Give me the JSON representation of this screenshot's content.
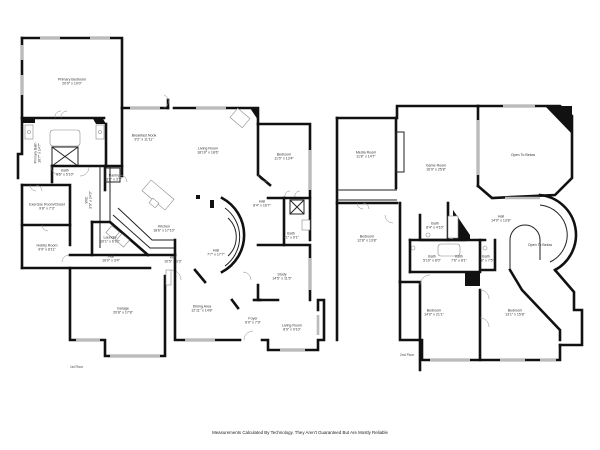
{
  "floors": [
    {
      "name": "1st Floor",
      "rooms": [
        {
          "name": "Primary Bedroom",
          "dims": "20'0\" x 19'0\""
        },
        {
          "name": "Primary Bath",
          "dims": "10'7\" x 14'7\""
        },
        {
          "name": "Bath",
          "dims": "5'5\" x 5'10\""
        },
        {
          "name": "WIC",
          "dims": "3'9\" x 24'3\""
        },
        {
          "name": "Pantry",
          "dims": "3'8\" x 3'1\""
        },
        {
          "name": "Exercise Room/Closet",
          "dims": "9'8\" x 7'3\""
        },
        {
          "name": "Hobby Room",
          "dims": "9'9\" x 8'11\""
        },
        {
          "name": "Laundry",
          "dims": "10'1\" x 6'10\""
        },
        {
          "name": "Hall",
          "dims": "16'0\" x 3'4\""
        },
        {
          "name": "Hall",
          "dims": "10'5\" x 3'3\""
        },
        {
          "name": "Breakfast Nook",
          "dims": "9'2\" x 11'11\""
        },
        {
          "name": "Living Room",
          "dims": "18'10\" x 18'6\""
        },
        {
          "name": "Kitchen",
          "dims": "18'6\" x 17'10\""
        },
        {
          "name": "Bedroom",
          "dims": "11'0\" x 13'4\""
        },
        {
          "name": "Hall",
          "dims": "8'4\" x 16'7\""
        },
        {
          "name": "Bath",
          "dims": "7'1\" x 9'1\""
        },
        {
          "name": "Hall",
          "dims": "7'7\" x 17'7\""
        },
        {
          "name": "Study",
          "dims": "14'5\" x 11'5\""
        },
        {
          "name": "Garage",
          "dims": "20'8\" x 17'8\""
        },
        {
          "name": "Dining Area",
          "dims": "12'11\" x 14'8\""
        },
        {
          "name": "Foyer",
          "dims": "6'0\" x 7'9\""
        },
        {
          "name": "Living Room",
          "dims": "8'9\" x 9'10\""
        }
      ]
    },
    {
      "name": "2nd Floor",
      "rooms": [
        {
          "name": "Media Room",
          "dims": "11'8\" x 14'7\""
        },
        {
          "name": "Game Room",
          "dims": "16'9\" x 25'8\""
        },
        {
          "name": "Open To Below",
          "dims": ""
        },
        {
          "name": "Bedroom",
          "dims": "12'8\" x 13'8\""
        },
        {
          "name": "Bath",
          "dims": "8'4\" x 4'10\""
        },
        {
          "name": "Hall",
          "dims": "14'9\" x 13'8\""
        },
        {
          "name": "Bath",
          "dims": "5'10\" x 8'0\""
        },
        {
          "name": "Bath",
          "dims": "7'6\" x 8'1\""
        },
        {
          "name": "Bath",
          "dims": "7'8\" x 7'5\""
        },
        {
          "name": "Open To Below",
          "dims": ""
        },
        {
          "name": "Bedroom",
          "dims": "14'0\" x 21'1\""
        },
        {
          "name": "Bedroom",
          "dims": "13'1\" x 15'8\""
        }
      ]
    }
  ],
  "footer": "Measurements Calculated By Technology. They Aren't Guaranteed But Are Mostly Reliable"
}
